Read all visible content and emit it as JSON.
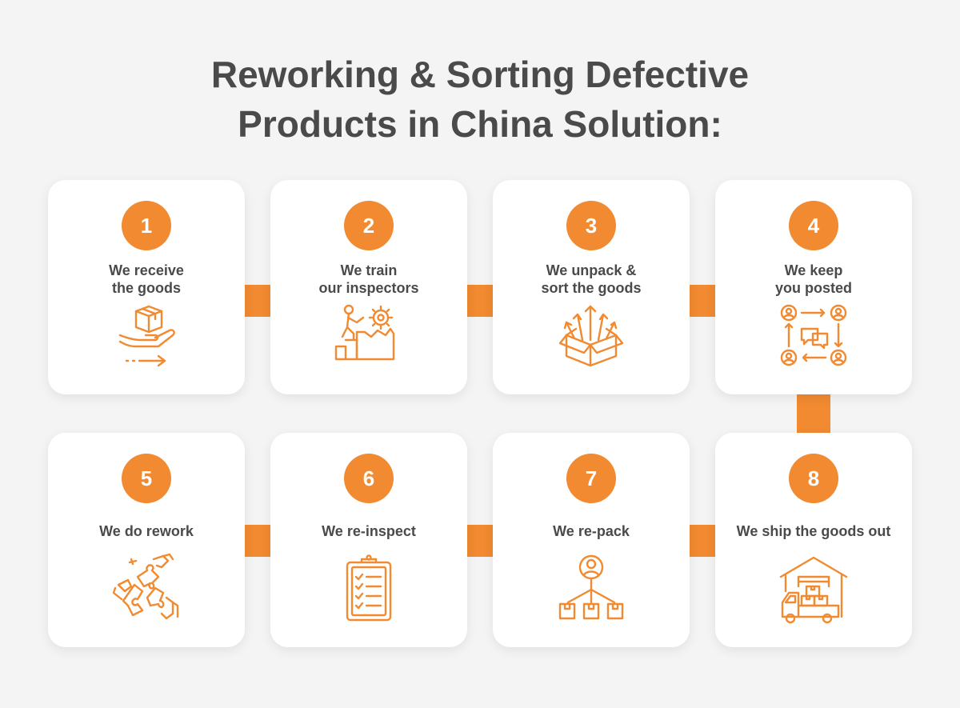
{
  "title": {
    "line1": "Reworking & Sorting Defective",
    "line2": "Products in China Solution:"
  },
  "accent_color": "#f18a30",
  "steps": [
    {
      "number": "1",
      "line1": "We receive",
      "line2": "the goods",
      "icon": "hand-box-icon"
    },
    {
      "number": "2",
      "line1": "We train",
      "line2": "our inspectors",
      "icon": "training-gear-icon"
    },
    {
      "number": "3",
      "line1": "We unpack &",
      "line2": "sort the goods",
      "icon": "open-box-arrows-icon"
    },
    {
      "number": "4",
      "line1": "We keep",
      "line2": "you posted",
      "icon": "communication-network-icon"
    },
    {
      "number": "5",
      "line1": "We do rework",
      "icon": "puzzle-hands-icon"
    },
    {
      "number": "6",
      "line1": "We re-inspect",
      "icon": "clipboard-checklist-icon"
    },
    {
      "number": "7",
      "line1": "We re-pack",
      "icon": "person-boxes-icon"
    },
    {
      "number": "8",
      "line1": "We ship the goods out",
      "icon": "warehouse-truck-icon"
    }
  ]
}
